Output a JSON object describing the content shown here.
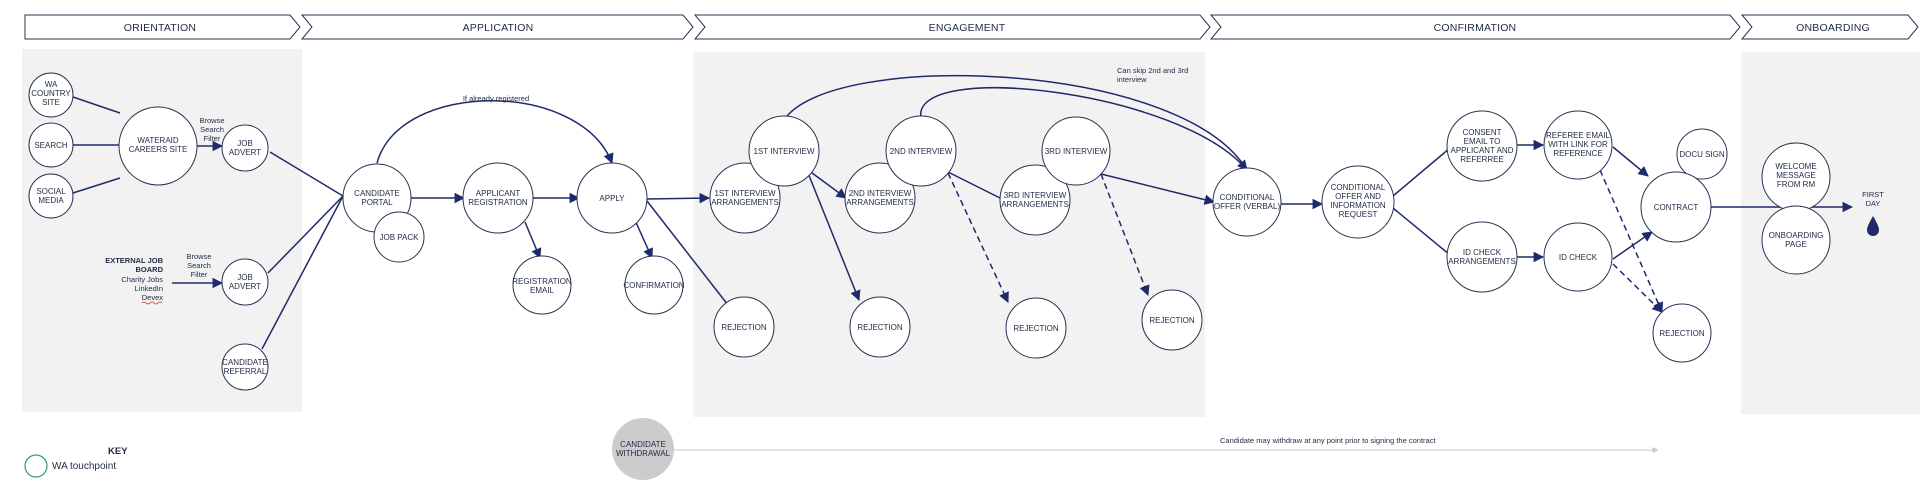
{
  "stages": [
    {
      "id": "orientation",
      "label": "ORIENTATION"
    },
    {
      "id": "application",
      "label": "APPLICATION"
    },
    {
      "id": "engagement",
      "label": "ENGAGEMENT"
    },
    {
      "id": "confirmation",
      "label": "CONFIRMATION"
    },
    {
      "id": "onboarding",
      "label": "ONBOARDING"
    }
  ],
  "nodes": {
    "wa_country_site": [
      "WA",
      "COUNTRY",
      "SITE"
    ],
    "search": [
      "SEARCH"
    ],
    "social_media": [
      "SOCIAL",
      "MEDIA"
    ],
    "wateraid_careers_site": [
      "WATERAID",
      "CAREERS SITE"
    ],
    "job_advert_1": [
      "JOB",
      "ADVERT"
    ],
    "job_advert_2": [
      "JOB",
      "ADVERT"
    ],
    "candidate_referral": [
      "CANDIDATE",
      "REFERRAL"
    ],
    "candidate_portal": [
      "CANDIDATE",
      "PORTAL"
    ],
    "job_pack": [
      "JOB PACK"
    ],
    "applicant_registration": [
      "APPLICANT",
      "REGISTRATION"
    ],
    "registration_email": [
      "REGISTRATION",
      "EMAIL"
    ],
    "apply": [
      "APPLY"
    ],
    "confirmation": [
      "CONFIRMATION"
    ],
    "interview_arrangements_1": [
      "1ST INTERVIEW",
      "ARRANGEMENTS"
    ],
    "interview_1": [
      "1ST INTERVIEW"
    ],
    "rejection_1": [
      "REJECTION"
    ],
    "interview_arrangements_2": [
      "2ND INTERVIEW",
      "ARRANGEMENTS"
    ],
    "interview_2": [
      "2ND INTERVIEW"
    ],
    "rejection_2": [
      "REJECTION"
    ],
    "interview_arrangements_3": [
      "3RD INTERVIEW",
      "ARRANGEMENTS"
    ],
    "interview_3": [
      "3RD INTERVIEW"
    ],
    "rejection_3": [
      "REJECTION"
    ],
    "rejection_4": [
      "REJECTION"
    ],
    "conditional_offer_verbal": [
      "CONDITIONAL",
      "OFFER (VERBAL)"
    ],
    "conditional_offer_info": [
      "CONDITIONAL",
      "OFFER AND",
      "INFORMATION",
      "REQUEST"
    ],
    "consent_email": [
      "CONSENT",
      "EMAIL TO",
      "APPLICANT AND",
      "REFERREE"
    ],
    "referee_email": [
      "REFEREE EMAIL",
      "WITH LINK FOR",
      "REFERENCE"
    ],
    "id_check_arrangements": [
      "ID CHECK",
      "ARRANGEMENTS"
    ],
    "id_check": [
      "ID CHECK"
    ],
    "docu_sign": [
      "DOCU SIGN"
    ],
    "contract": [
      "CONTRACT"
    ],
    "rejection_5": [
      "REJECTION"
    ],
    "welcome_message": [
      "WELCOME",
      "MESSAGE",
      "FROM RM"
    ],
    "onboarding_page": [
      "ONBOARDING",
      "PAGE"
    ],
    "candidate_withdrawal": [
      "CANDIDATE",
      "WITHDRAWAL"
    ]
  },
  "labels": {
    "browse_search_filter_1": [
      "Browse",
      "Search",
      "Filter"
    ],
    "browse_search_filter_2": [
      "Browse",
      "Search",
      "Filter"
    ],
    "if_already_registered": "If already registered",
    "can_skip": [
      "Can skip 2nd and 3rd",
      "interview"
    ],
    "external_job_board_title": [
      "EXTERNAL JOB",
      "BOARD"
    ],
    "external_job_board_items": [
      "Charity Jobs",
      "LinkedIn",
      "Devex"
    ],
    "first_day": [
      "FIRST",
      "DAY"
    ],
    "withdraw_note": "Candidate may withdraw at any point prior to signing the contract"
  },
  "key": {
    "title": "KEY",
    "touchpoint": "WA touchpoint",
    "touchpoint_color": "#3a9a7a"
  },
  "colors": {
    "stage_bg": "#f2f2f2",
    "edge": "#1f2a6b",
    "withdrawal_fill": "#cccccc"
  }
}
